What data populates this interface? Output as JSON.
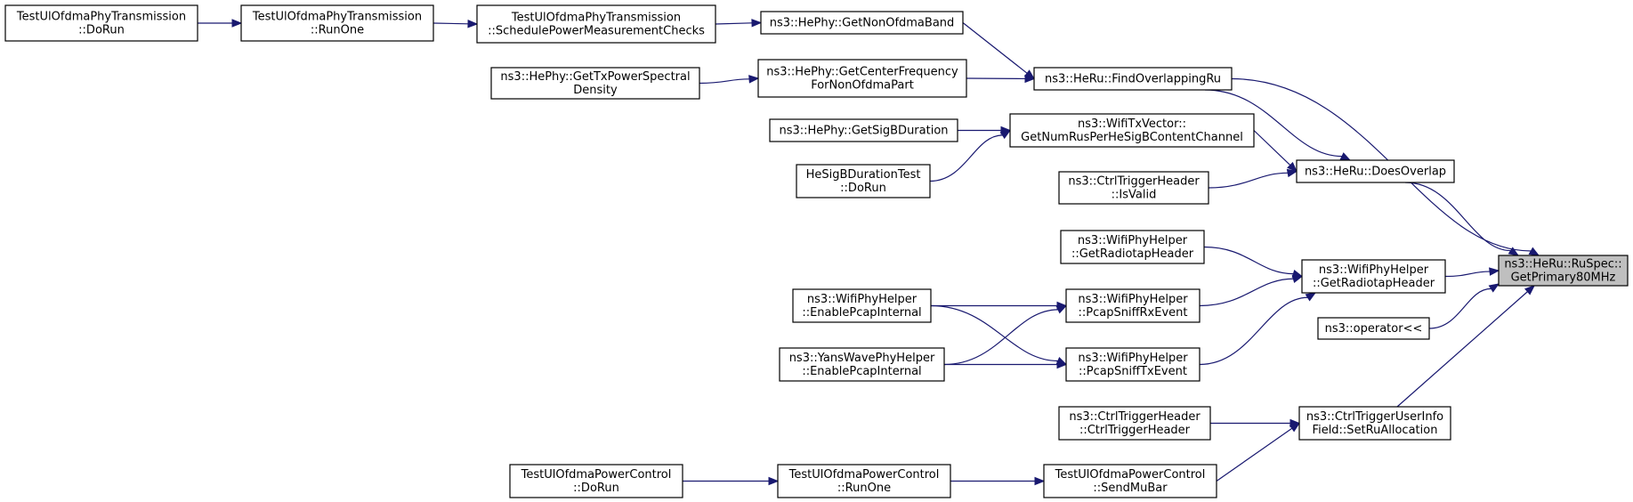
{
  "graph": {
    "nodes": [
      {
        "id": "n0",
        "lines": [
          "ns3::HeRu::RuSpec::",
          "GetPrimary80MHz"
        ],
        "root": true
      },
      {
        "id": "n1",
        "lines": [
          "ns3::HeRu::DoesOverlap"
        ]
      },
      {
        "id": "n2",
        "lines": [
          "ns3::HeRu::FindOverlappingRu"
        ]
      },
      {
        "id": "n3",
        "lines": [
          "ns3::HePhy::GetCenterFrequency",
          "ForNonOfdmaPart"
        ]
      },
      {
        "id": "n4",
        "lines": [
          "ns3::HePhy::GetTxPowerSpectral",
          "Density"
        ]
      },
      {
        "id": "n5",
        "lines": [
          "ns3::HePhy::GetNonOfdmaBand"
        ]
      },
      {
        "id": "n6",
        "lines": [
          "TestUlOfdmaPhyTransmission",
          "::SchedulePowerMeasurementChecks"
        ]
      },
      {
        "id": "n7",
        "lines": [
          "TestUlOfdmaPhyTransmission",
          "::RunOne"
        ]
      },
      {
        "id": "n8",
        "lines": [
          "TestUlOfdmaPhyTransmission",
          "::DoRun"
        ]
      },
      {
        "id": "n9",
        "lines": [
          "ns3::WifiTxVector::",
          "GetNumRusPerHeSigBContentChannel"
        ]
      },
      {
        "id": "n10",
        "lines": [
          "ns3::HePhy::GetSigBDuration"
        ]
      },
      {
        "id": "n11",
        "lines": [
          "HeSigBDurationTest",
          "::DoRun"
        ]
      },
      {
        "id": "n12",
        "lines": [
          "ns3::CtrlTriggerHeader",
          "::IsValid"
        ]
      },
      {
        "id": "n13",
        "lines": [
          "ns3::WifiPhyHelper",
          "::GetRadiotapHeader"
        ]
      },
      {
        "id": "n14",
        "lines": [
          "ns3::WifiPhyHelper",
          "::GetRadiotapHeader"
        ]
      },
      {
        "id": "n15",
        "lines": [
          "ns3::WifiPhyHelper",
          "::PcapSniffRxEvent"
        ]
      },
      {
        "id": "n16",
        "lines": [
          "ns3::WifiPhyHelper",
          "::EnablePcapInternal"
        ]
      },
      {
        "id": "n17",
        "lines": [
          "ns3::YansWavePhyHelper",
          "::EnablePcapInternal"
        ]
      },
      {
        "id": "n18",
        "lines": [
          "ns3::WifiPhyHelper",
          "::PcapSniffTxEvent"
        ]
      },
      {
        "id": "n19",
        "lines": [
          "ns3::operator<<"
        ]
      },
      {
        "id": "n20",
        "lines": [
          "ns3::CtrlTriggerUserInfo",
          "Field::SetRuAllocation"
        ]
      },
      {
        "id": "n21",
        "lines": [
          "ns3::CtrlTriggerHeader",
          "::CtrlTriggerHeader"
        ]
      },
      {
        "id": "n22",
        "lines": [
          "TestUlOfdmaPowerControl",
          "::SendMuBar"
        ]
      },
      {
        "id": "n23",
        "lines": [
          "TestUlOfdmaPowerControl",
          "::RunOne"
        ]
      },
      {
        "id": "n24",
        "lines": [
          "TestUlOfdmaPowerControl",
          "::DoRun"
        ]
      }
    ],
    "edges": [
      {
        "from": "n8",
        "to": "n7"
      },
      {
        "from": "n7",
        "to": "n6"
      },
      {
        "from": "n6",
        "to": "n5"
      },
      {
        "from": "n5",
        "to": "n2"
      },
      {
        "from": "n4",
        "to": "n3"
      },
      {
        "from": "n3",
        "to": "n2"
      },
      {
        "from": "n2",
        "to": "n0"
      },
      {
        "from": "n2",
        "to": "n1"
      },
      {
        "from": "n10",
        "to": "n9"
      },
      {
        "from": "n11",
        "to": "n9"
      },
      {
        "from": "n9",
        "to": "n1"
      },
      {
        "from": "n12",
        "to": "n1"
      },
      {
        "from": "n1",
        "to": "n0"
      },
      {
        "from": "n14",
        "to": "n13"
      },
      {
        "from": "n16",
        "to": "n15"
      },
      {
        "from": "n16",
        "to": "n18"
      },
      {
        "from": "n17",
        "to": "n15"
      },
      {
        "from": "n17",
        "to": "n18"
      },
      {
        "from": "n15",
        "to": "n13"
      },
      {
        "from": "n18",
        "to": "n13"
      },
      {
        "from": "n13",
        "to": "n0"
      },
      {
        "from": "n19",
        "to": "n0"
      },
      {
        "from": "n20",
        "to": "n0"
      },
      {
        "from": "n21",
        "to": "n20"
      },
      {
        "from": "n22",
        "to": "n20"
      },
      {
        "from": "n23",
        "to": "n22"
      },
      {
        "from": "n24",
        "to": "n23"
      }
    ]
  }
}
